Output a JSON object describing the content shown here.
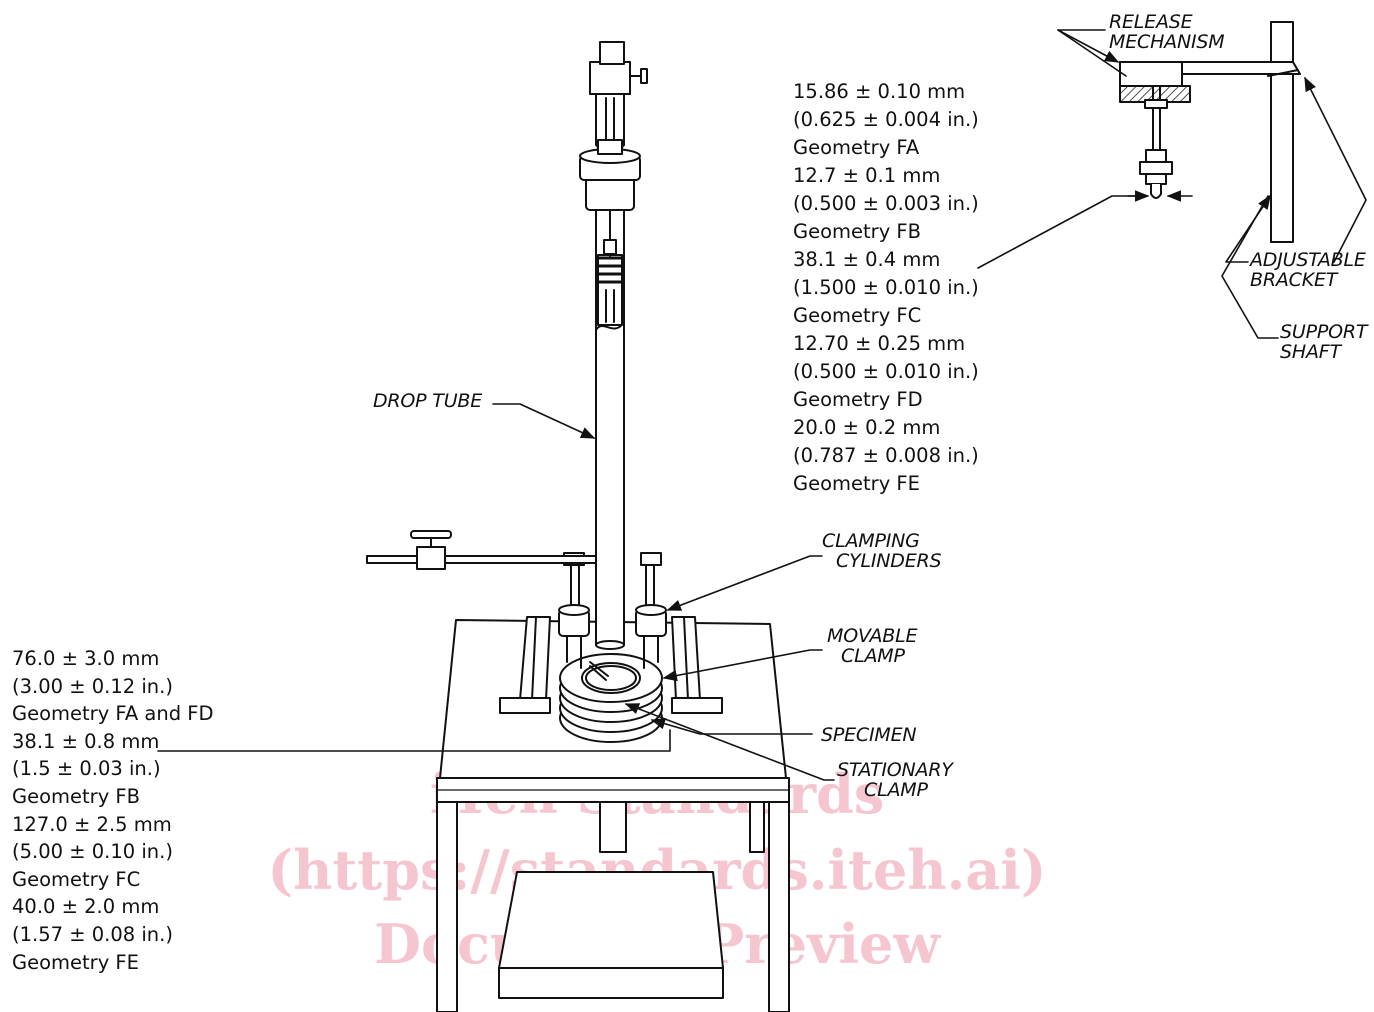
{
  "dimensions_top": [
    "15.86 ± 0.10 mm",
    "(0.625 ± 0.004 in.)",
    "Geometry FA",
    "12.7 ± 0.1 mm",
    "(0.500 ± 0.003 in.)",
    "Geometry FB",
    "38.1 ± 0.4 mm",
    "(1.500 ± 0.010 in.)",
    "Geometry FC",
    "12.70 ± 0.25 mm",
    "(0.500 ± 0.010 in.)",
    "Geometry FD",
    "20.0 ± 0.2 mm",
    "(0.787 ± 0.008 in.)",
    "Geometry FE"
  ],
  "dimensions_left": [
    "76.0 ± 3.0 mm",
    "(3.00 ± 0.12 in.)",
    "Geometry FA and FD",
    "38.1 ± 0.8 mm",
    "(1.5 ± 0.03 in.)",
    "Geometry FB",
    "127.0 ± 2.5 mm",
    "(5.00 ± 0.10 in.)",
    "Geometry FC",
    "40.0 ± 2.0 mm",
    "(1.57 ± 0.08 in.)",
    "Geometry FE"
  ],
  "labels": {
    "release_1": "RELEASE",
    "release_2": "MECHANISM",
    "adjustable_1": "ADJUSTABLE",
    "adjustable_2": "BRACKET",
    "support_1": "SUPPORT",
    "support_2": "SHAFT",
    "drop_tube": "DROP TUBE",
    "clamping_1": "CLAMPING",
    "clamping_2": "CYLINDERS",
    "movable_1": "MOVABLE",
    "movable_2": "CLAMP",
    "specimen": "SPECIMEN",
    "stationary_1": "STATIONARY",
    "stationary_2": "CLAMP"
  },
  "watermark": {
    "line1": "iTeh Standards",
    "line2": "(https://standards.iteh.ai)",
    "line3": "Document Preview"
  }
}
